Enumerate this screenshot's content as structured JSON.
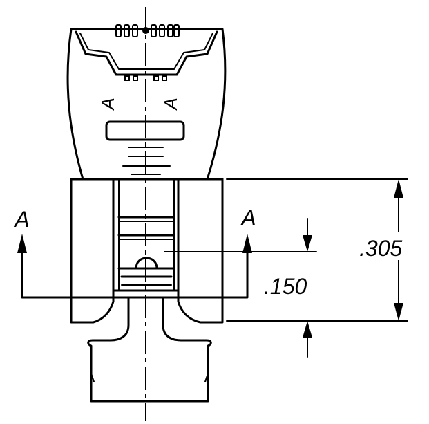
{
  "drawing": {
    "section_label_left": "A",
    "section_label_right": "A",
    "dim_small": ".150",
    "dim_large": ".305",
    "stamped_letter": "A"
  }
}
